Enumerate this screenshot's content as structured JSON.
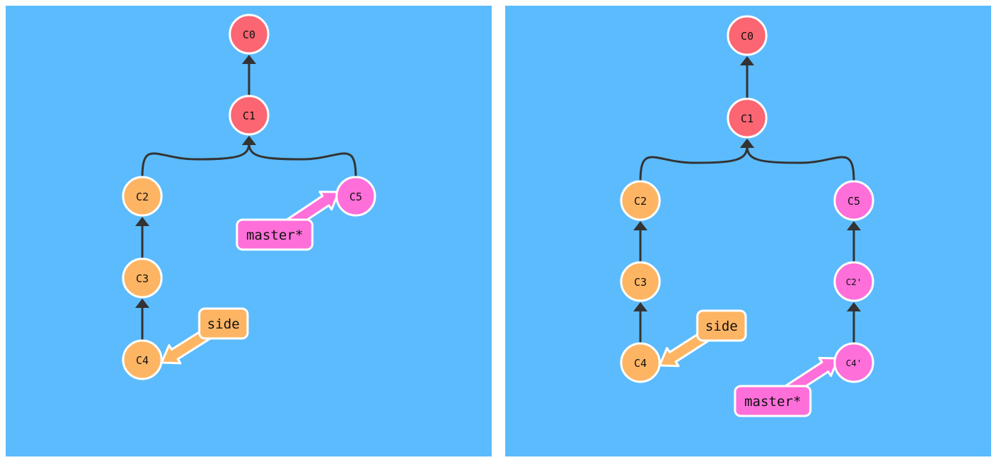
{
  "colors": {
    "background": "#5cbbfc",
    "root_commit": "#fc6572",
    "side_commit": "#fdb564",
    "master_commit": "#fe6fd9",
    "edge": "#333333",
    "outline": "#ffffff"
  },
  "panels": [
    {
      "name": "before",
      "commits": [
        {
          "id": "C0",
          "label": "C0",
          "branch": "root"
        },
        {
          "id": "C1",
          "label": "C1",
          "branch": "root"
        },
        {
          "id": "C2",
          "label": "C2",
          "branch": "side"
        },
        {
          "id": "C3",
          "label": "C3",
          "branch": "side"
        },
        {
          "id": "C4",
          "label": "C4",
          "branch": "side"
        },
        {
          "id": "C5",
          "label": "C5",
          "branch": "master"
        }
      ],
      "edges": [
        [
          "C1",
          "C0"
        ],
        [
          "C2",
          "C1"
        ],
        [
          "C5",
          "C1"
        ],
        [
          "C3",
          "C2"
        ],
        [
          "C4",
          "C3"
        ]
      ],
      "refs": [
        {
          "label": "side",
          "target": "C4",
          "color_key": "side_commit"
        },
        {
          "label": "master*",
          "target": "C5",
          "color_key": "master_commit"
        }
      ]
    },
    {
      "name": "after",
      "commits": [
        {
          "id": "C0",
          "label": "C0",
          "branch": "root"
        },
        {
          "id": "C1",
          "label": "C1",
          "branch": "root"
        },
        {
          "id": "C2",
          "label": "C2",
          "branch": "side"
        },
        {
          "id": "C3",
          "label": "C3",
          "branch": "side"
        },
        {
          "id": "C4",
          "label": "C4",
          "branch": "side"
        },
        {
          "id": "C5",
          "label": "C5",
          "branch": "master"
        },
        {
          "id": "C2p",
          "label": "C2'",
          "branch": "master"
        },
        {
          "id": "C4p",
          "label": "C4'",
          "branch": "master"
        }
      ],
      "edges": [
        [
          "C1",
          "C0"
        ],
        [
          "C2",
          "C1"
        ],
        [
          "C5",
          "C1"
        ],
        [
          "C3",
          "C2"
        ],
        [
          "C4",
          "C3"
        ],
        [
          "C2p",
          "C5"
        ],
        [
          "C4p",
          "C2p"
        ]
      ],
      "refs": [
        {
          "label": "side",
          "target": "C4",
          "color_key": "side_commit"
        },
        {
          "label": "master*",
          "target": "C4p",
          "color_key": "master_commit"
        }
      ]
    }
  ]
}
